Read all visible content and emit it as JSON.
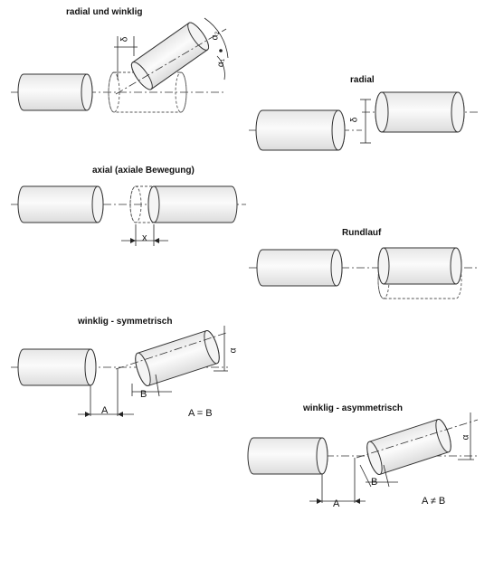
{
  "panels": {
    "radial_winklig": {
      "title": "radial und winklig",
      "delta": "δ",
      "alpha2": "α₂",
      "alpha1": "α₁"
    },
    "radial": {
      "title": "radial",
      "delta": "δ"
    },
    "axial": {
      "title": "axial (axiale Bewegung)",
      "x": "x"
    },
    "rundlauf": {
      "title": "Rundlauf"
    },
    "winklig_sym": {
      "title": "winklig - symmetrisch",
      "alpha": "α",
      "a": "A",
      "b": "B",
      "relation": "A = B"
    },
    "winklig_asym": {
      "title": "winklig - asymmetrisch",
      "alpha": "α",
      "a": "A",
      "b": "B",
      "relation": "A ≠ B"
    }
  }
}
